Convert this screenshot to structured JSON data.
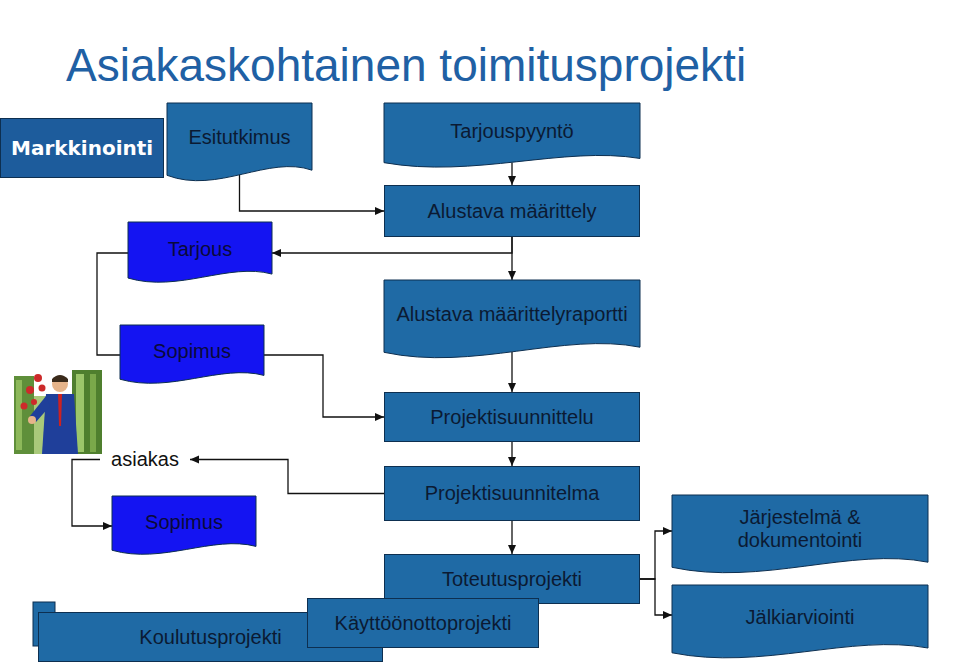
{
  "diagram": {
    "title": "Asiakaskohtainen toimitusprojekti",
    "nodes": [
      {
        "text": [
          "Markkinointi"
        ]
      },
      {
        "text": [
          "Esitutkimus"
        ]
      },
      {
        "text": [
          "Tarjouspyyntö"
        ]
      },
      {
        "text": [
          "Alustava määrittely"
        ]
      },
      {
        "text": [
          "Tarjous"
        ]
      },
      {
        "text": [
          "Alustava määrittelyraportti"
        ]
      },
      {
        "text": [
          "Sopimus"
        ]
      },
      {
        "text": [
          "Projektisuunnittelu"
        ]
      },
      {
        "text": [
          "asiakas"
        ]
      },
      {
        "text": [
          "Projektisuunnitelma"
        ]
      },
      {
        "text": [
          "Sopimus"
        ]
      },
      {
        "text": [
          "Järjestelmä & dokumentointi"
        ]
      },
      {
        "text": [
          "Toteutusprojekti"
        ]
      },
      {
        "text": [
          "Jälkiarviointi"
        ]
      },
      {
        "text": [
          "Koulutusprojekti"
        ]
      },
      {
        "text": [
          "Käyttöönottoprojekti"
        ]
      }
    ],
    "edges": [
      {
        "from": 1,
        "to": 3,
        "arrow": "to"
      },
      {
        "from": 2,
        "to": 3,
        "arrow": "to"
      },
      {
        "from": 3,
        "to": 4,
        "arrow": "to"
      },
      {
        "from": 3,
        "to": 5,
        "arrow": "to"
      },
      {
        "from": 4,
        "to": 6,
        "arrow": "none"
      },
      {
        "from": 6,
        "to": 7,
        "arrow": "to"
      },
      {
        "from": 5,
        "to": 7,
        "arrow": "to"
      },
      {
        "from": 7,
        "to": 9,
        "arrow": "to"
      },
      {
        "from": 9,
        "to": 8,
        "arrow": "to"
      },
      {
        "from": 8,
        "to": 10,
        "arrow": "to"
      },
      {
        "from": 9,
        "to": 12,
        "arrow": "to"
      },
      {
        "from": 12,
        "to": 11,
        "arrow": "to"
      },
      {
        "from": 12,
        "to": 13,
        "arrow": "to"
      }
    ]
  }
}
